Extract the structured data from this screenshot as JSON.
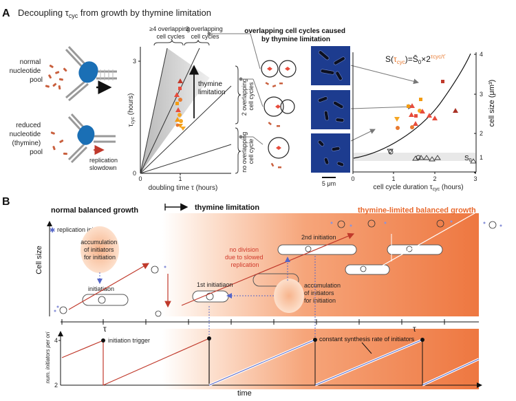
{
  "panel_a": {
    "letter": "A",
    "title_pre": "Decoupling τ",
    "title_sub": "cyc",
    "title_post": " from growth by thymine limitation",
    "pool_normal": [
      "normal",
      "nucleotide",
      "pool"
    ],
    "pool_reduced": [
      "reduced",
      "nucleotide",
      "(thymine)",
      "pool"
    ],
    "replication_slowdown": [
      "replication",
      "slowdown"
    ],
    "plot1": {
      "y_label_main": "τ",
      "y_label_sub": "cyc",
      "y_label_unit": " (hours)",
      "y_tick_0": "0",
      "y_tick_3": "3",
      "x_tick_0": "0",
      "x_tick_1": "1",
      "x_label": "doubling time τ (hours)",
      "top_label_left": [
        "≥4 overlapping",
        "cell cycles"
      ],
      "top_label_right": [
        "3 overlapping",
        "cell cycles"
      ],
      "arrow_label": [
        "thymine",
        "limitation"
      ],
      "right_label_top": [
        "2 overlapping",
        "cell cycles"
      ],
      "right_label_bottom": [
        "no overlapping",
        "cell cycle"
      ]
    },
    "micro_title": [
      "overlapping cell cycles caused",
      "by thymine limitation"
    ],
    "scale_bar": "5 μm",
    "plot2": {
      "formula_s": "S(",
      "formula_tau": "τ",
      "formula_cyc": "cyc",
      "formula_mid": ")=S̄",
      "formula_zero": "0",
      "formula_times": "×2",
      "formula_exp": "τcyc/τ̄",
      "s0_label": "S",
      "s0_sub": "0",
      "x_label_pre": "cell cycle duration τ",
      "x_label_sub": "cyc",
      "x_label_post": " (hours)",
      "x_ticks": [
        "0",
        "1",
        "2",
        "3"
      ],
      "y_label": "cell size (μm³)",
      "y_ticks": [
        "1",
        "2",
        "3",
        "4"
      ]
    }
  },
  "panel_b": {
    "letter": "B",
    "normal_growth": "normal balanced growth",
    "thymine_limitation": "thymine limitation",
    "thymine_limited_growth": "thymine-limited balanced growth",
    "replication_initiator": "replication initiator",
    "accumulation_1": [
      "accumulation",
      "of initiators",
      "for initiation"
    ],
    "accumulation_2": [
      "accumulation",
      "of initiators",
      "for initiation"
    ],
    "initiation_label": "initiatiaon",
    "first_initiation": "1st initiatiaon",
    "second_initiation": "2nd initiation",
    "no_division": [
      "no division",
      "due to slowed",
      "replication"
    ],
    "cell_size_axis": "Cell size",
    "tau": "τ",
    "initiation_trigger": "initiation trigger",
    "constant_synthesis": "constant synthesis rate of initiators",
    "num_init_label": "num. initiators per ori",
    "y_tick_4": "4",
    "y_tick_2": "2",
    "time_label": "time"
  },
  "colors": {
    "red_line": "#c0392b",
    "orange_bg": "#ef7d42",
    "blue_arrow": "#5566c8",
    "micro_blue": "#1d3c8f"
  }
}
